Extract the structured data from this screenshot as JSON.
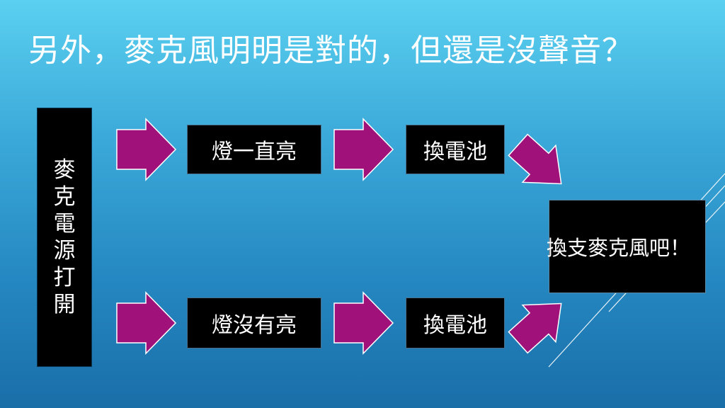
{
  "title": "另外，麥克風明明是對的，但還是沒聲音？",
  "source_box": {
    "chars": [
      "麥",
      "克",
      "電",
      "源",
      "打",
      "開"
    ]
  },
  "top_branch": {
    "state_label": "燈一直亮",
    "action_label": "換電池"
  },
  "bottom_branch": {
    "state_label": "燈沒有亮",
    "action_label": "換電池"
  },
  "final_box": {
    "label": "換支麥克風吧！"
  },
  "colors": {
    "arrow_fill": "#a0127a",
    "arrow_stroke": "#ffffff",
    "box_fill": "#000000",
    "text": "#ffffff",
    "background_top": "#5bd0f0",
    "background_bottom": "#1a6ea8"
  }
}
